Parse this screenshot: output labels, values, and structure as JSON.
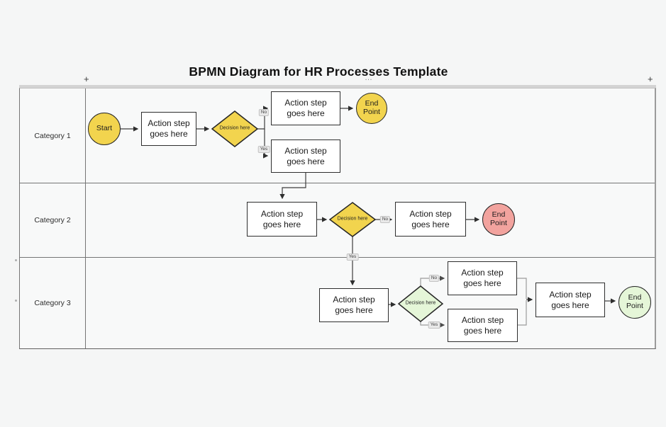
{
  "header": {
    "title": "BPMN Diagram for HR Processes Template",
    "menu_icon": "…",
    "plus": "+"
  },
  "colors": {
    "yellow": "#F2D44E",
    "pink": "#F2A39E",
    "green": "#E5F6D8",
    "box": "#FFFFFF"
  },
  "lanes": [
    {
      "label": "Category 1",
      "nodes": {
        "start": "Start",
        "action_1": "Action step goes here",
        "decision": "Decision here",
        "action_no": "Action step goes here",
        "end": "End Point",
        "action_yes": "Action step goes here"
      },
      "edge_labels": {
        "no": "No",
        "yes": "Yes"
      }
    },
    {
      "label": "Category 2",
      "nodes": {
        "action_1": "Action step goes here",
        "decision": "Decision here",
        "action_no": "Action step goes here",
        "end": "End Point"
      },
      "edge_labels": {
        "no": "No",
        "yes": "Yes"
      }
    },
    {
      "label": "Category 3",
      "nodes": {
        "action_1": "Action step goes here",
        "decision": "Decision here",
        "action_no": "Action step goes here",
        "action_yes": "Action step goes here",
        "action_merge": "Action step goes here",
        "end": "End Point"
      },
      "edge_labels": {
        "no": "No",
        "yes": "Yes"
      }
    }
  ]
}
